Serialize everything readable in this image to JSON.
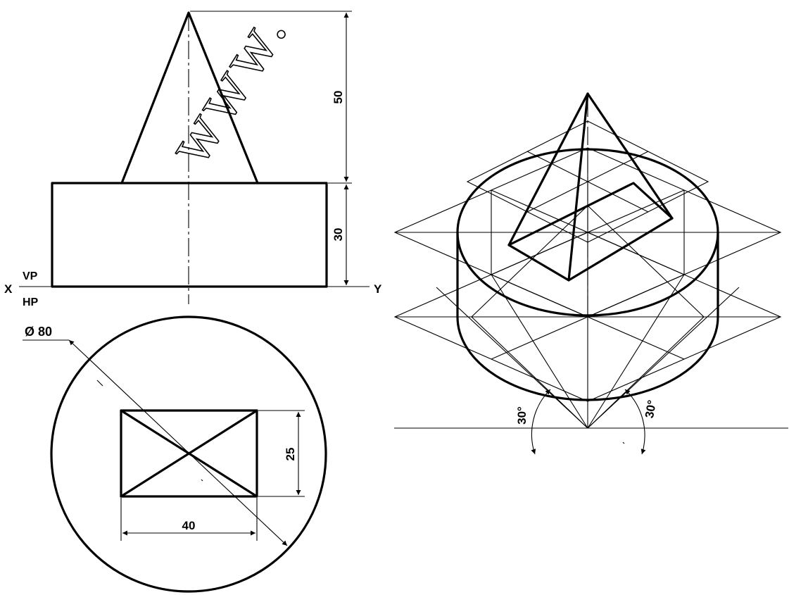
{
  "watermark": "www.",
  "orthographic": {
    "ref_line": {
      "x_label": "X",
      "y_label": "Y",
      "vp_label": "VP",
      "hp_label": "HP"
    },
    "dimensions": {
      "pyramid_height": "50",
      "cylinder_height": "30",
      "diameter": "Ø 80",
      "rect_depth": "25",
      "rect_width": "40"
    }
  },
  "isometric": {
    "angle_left": "30°",
    "angle_right": "30°"
  }
}
